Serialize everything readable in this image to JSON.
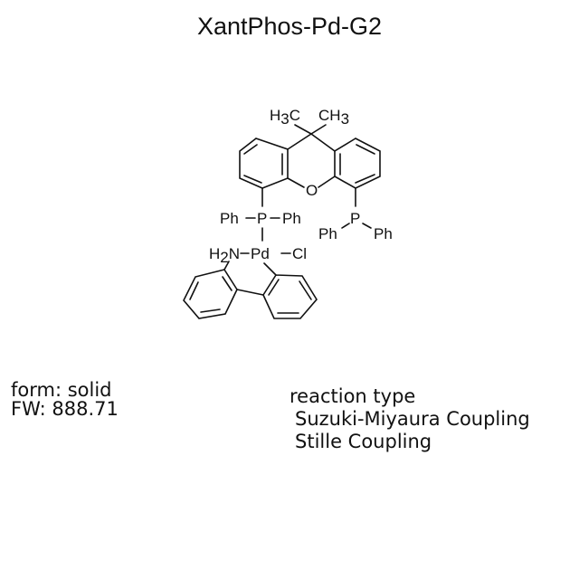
{
  "title": "XantPhos-Pd-G2",
  "structure": {
    "labels": {
      "h3c": "H",
      "h3c_sub": "3",
      "h3c_c": "C",
      "ch3_c": "CH",
      "ch3_sub": "3",
      "oxygen": "O",
      "ph_left_1": "Ph",
      "p_left": "P",
      "ph_left_2": "Ph",
      "p_right": "P",
      "ph_right_1": "Ph",
      "ph_right_2": "Ph",
      "h2n_h": "H",
      "h2n_sub": "2",
      "h2n_n": "N",
      "pd": "Pd",
      "cl": "Cl"
    }
  },
  "properties": {
    "form": "form: solid",
    "fw": "FW: 888.71"
  },
  "reaction": {
    "header": "reaction type",
    "items": [
      "Suzuki-Miyaura Coupling",
      "Stille Coupling"
    ]
  }
}
